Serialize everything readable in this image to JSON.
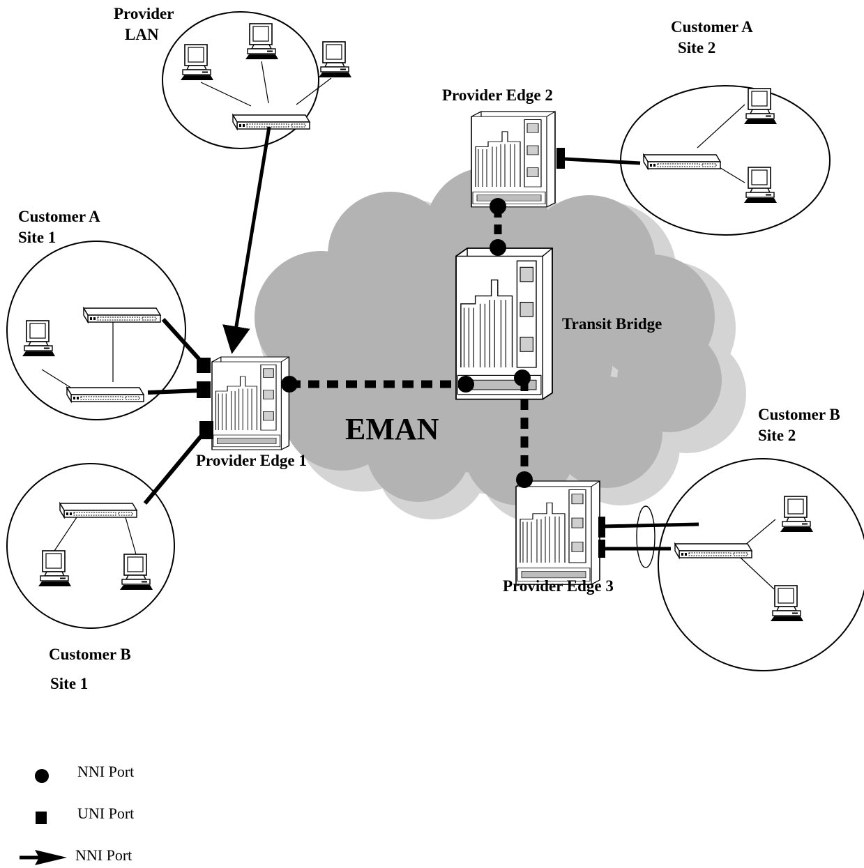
{
  "labels": {
    "provider_lan": [
      "Provider",
      "LAN"
    ],
    "customer_a_site1": [
      "Customer A",
      "Site 1"
    ],
    "customer_a_site2": [
      "Customer A",
      "Site 2"
    ],
    "customer_b_site1": [
      "Customer B",
      "Site 1"
    ],
    "customer_b_site2": [
      "Customer B",
      "Site 2"
    ],
    "provider_edge_1": "Provider Edge 1",
    "provider_edge_2": "Provider Edge 2",
    "provider_edge_3": "Provider Edge 3",
    "transit_bridge": "Transit Bridge",
    "eman": "EMAN"
  },
  "legend": [
    {
      "symbol": "circle",
      "label": "NNI Port"
    },
    {
      "symbol": "square",
      "label": "UNI Port"
    },
    {
      "symbol": "arrow",
      "label": "NNI Port"
    }
  ],
  "colors": {
    "cloud": "#b3b3b3",
    "cloud_shadow": "#d4d4d4",
    "line": "#000000"
  }
}
